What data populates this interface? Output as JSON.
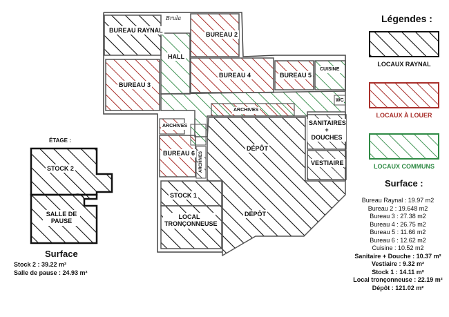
{
  "main_plan": {
    "signature_text": "Brula",
    "rooms": {
      "bureau_raynal": "BUREAU RAYNAL",
      "bureau_2": "BUREAU 2",
      "bureau_3": "BUREAU 3",
      "bureau_4": "BUREAU 4",
      "bureau_5": "BUREAU 5",
      "bureau_6": "BUREAU 6",
      "hall": "HALL",
      "cuisine": "CUISINE",
      "wc": "WC",
      "archives_top": "ARCHIVES",
      "archives_left": "ARCHIVES",
      "archives_vertical": "ARCHIVES",
      "sanitaires": "SANITAIRES + DOUCHES",
      "depot_top": "DÉPÔT",
      "depot_bottom": "DÉPÔT",
      "vestiaire": "VESTIAIRE",
      "stock_1": "STOCK 1",
      "local_tronconneuse": "LOCAL TRONÇONNEUSE"
    }
  },
  "floor_plan": {
    "title": "ÉTAGE :",
    "rooms": {
      "stock_2": "STOCK 2",
      "salle_de_pause": "SALLE DE PAUSE"
    }
  },
  "legend": {
    "title": "Légendes :",
    "items": [
      {
        "label": "LOCAUX RAYNAL",
        "color": "#111111"
      },
      {
        "label": "LOCAUX À LOUER",
        "color": "#a9302b"
      },
      {
        "label": "LOCAUX COMMUNS",
        "color": "#2f8a45"
      }
    ]
  },
  "surface_right": {
    "title": "Surface :",
    "lines": [
      {
        "text": "Bureau Raynal : 19.97 m2",
        "bold": false
      },
      {
        "text": "Bureau 2 : 19.648 m2",
        "bold": false
      },
      {
        "text": "Bureau 3 : 27.38 m2",
        "bold": false
      },
      {
        "text": "Bureau 4 : 26.75 m2",
        "bold": false
      },
      {
        "text": "Bureau 5 : 11.66 m2",
        "bold": false
      },
      {
        "text": "Bureau 6 : 12.62 m2",
        "bold": false
      },
      {
        "text": "Cuisine : 10.52 m2",
        "bold": false
      },
      {
        "text": "Sanitaire + Douche : 10.37 m²",
        "bold": true
      },
      {
        "text": "Vestiaire : 9.32 m²",
        "bold": true
      },
      {
        "text": "Stock 1 : 14.11 m²",
        "bold": true
      },
      {
        "text": "Local tronçonneuse : 22.19 m²",
        "bold": true
      },
      {
        "text": "Dépôt : 121.02 m²",
        "bold": true
      }
    ]
  },
  "surface_left": {
    "title": "Surface",
    "lines": [
      "Stock 2 : 39.22 m²",
      "Salle de pause : 24.93 m²"
    ]
  },
  "colors": {
    "raynal": "#111111",
    "a_louer": "#a9302b",
    "communs": "#2f8a45",
    "wall": "#555555"
  }
}
